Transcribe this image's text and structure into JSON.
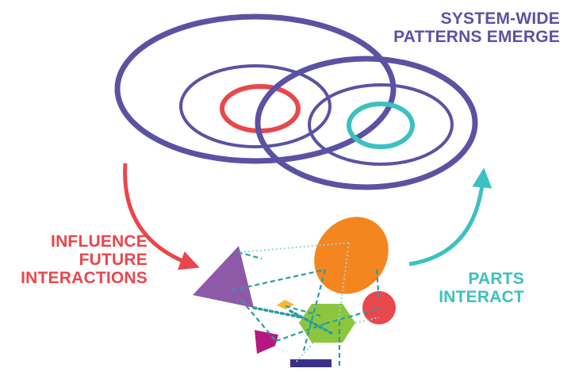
{
  "labels": {
    "emerge": {
      "line1": "SYSTEM-WIDE",
      "line2": "PATTERNS EMERGE"
    },
    "influence": {
      "line1": "INFLUENCE",
      "line2": "FUTURE",
      "line3": "INTERACTIONS"
    },
    "interact": {
      "line1": "PARTS",
      "line2": "INTERACT"
    }
  },
  "colors": {
    "indigo": "#5b52a3",
    "red": "#e8474c",
    "teal": "#3cc0c0",
    "orange": "#f4851f",
    "purple": "#8e5aa8",
    "green": "#8cc63f",
    "magenta": "#b5197f",
    "yellow": "#f7b733",
    "navy": "#3b2f8a",
    "dashes": "#2a9d9d",
    "dots": "#8fd6e0"
  }
}
